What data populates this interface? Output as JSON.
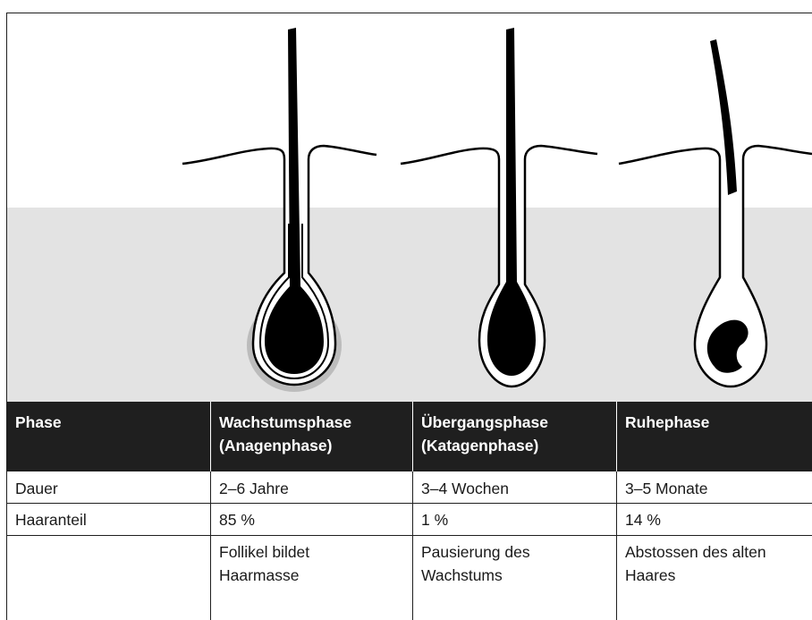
{
  "table": {
    "header": {
      "phase": [
        "Phase"
      ],
      "anagen": [
        "Wachstumsphase",
        "(Anagenphase)"
      ],
      "katagen": [
        "Übergangsphase",
        "(Katagenphase)"
      ],
      "telogen": [
        "Ruhephase"
      ]
    },
    "rows": [
      {
        "label": "Dauer",
        "anagen": "2–6 Jahre",
        "katagen": "3–4 Wochen",
        "telogen": "3–5 Monate"
      },
      {
        "label": "Haaranteil",
        "anagen": "85 %",
        "katagen": "1 %",
        "telogen": "14 %"
      },
      {
        "label": "",
        "anagen": [
          "Follikel bildet",
          "Haarmasse"
        ],
        "katagen": [
          "Pausierung des",
          "Wachstums"
        ],
        "telogen": [
          "Abstossen des alten",
          "Haares"
        ]
      }
    ]
  },
  "colors": {
    "skin": "#e3e3e3",
    "halo": "#bcbcbc",
    "ink": "#000000",
    "header_bg": "#1f1f1f"
  }
}
